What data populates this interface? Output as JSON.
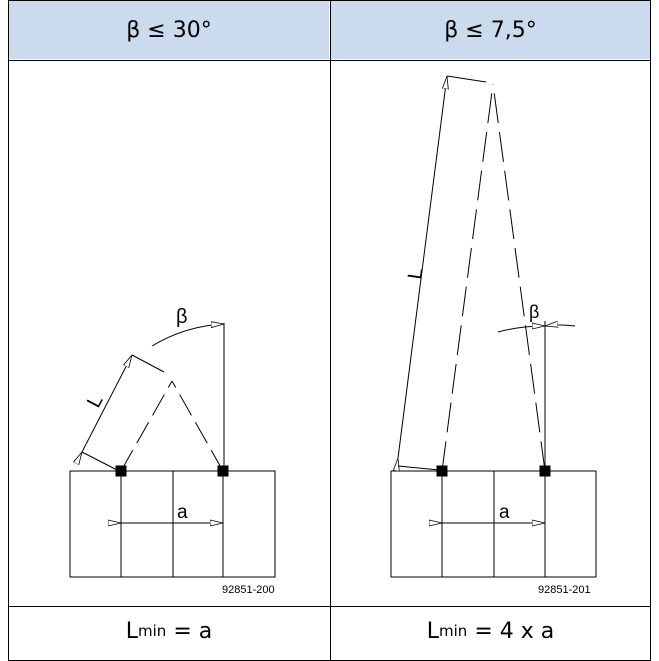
{
  "header": {
    "left_condition": "β ≤ 30°",
    "right_condition": "β ≤ 7,5°"
  },
  "left_diagram": {
    "length_label": "L",
    "spacing_label": "a",
    "angle_label": "β",
    "ref_code": "92851-200",
    "formula": {
      "L": "L",
      "sub": "min",
      "rhs": " = a"
    }
  },
  "right_diagram": {
    "length_label": "L",
    "spacing_label": "a",
    "angle_label": "β",
    "ref_code": "92851-201",
    "formula": {
      "L": "L",
      "sub": "min",
      "rhs": " = 4 x a"
    }
  }
}
